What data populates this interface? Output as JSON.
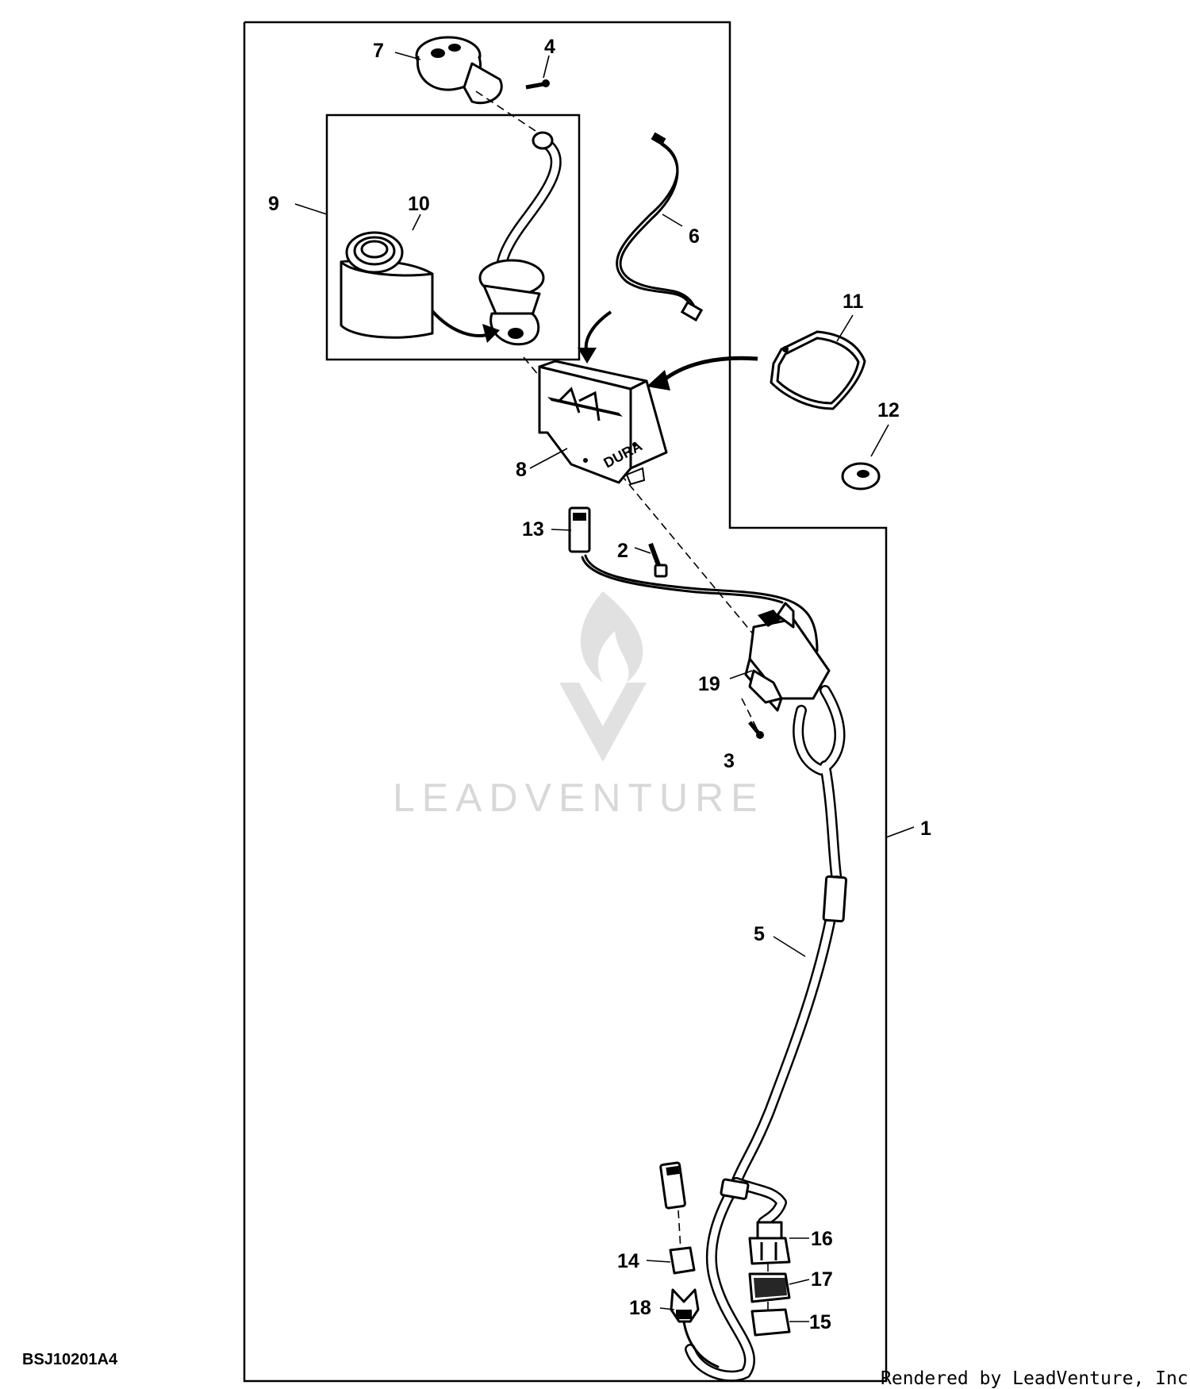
{
  "diagram": {
    "figure_code": "BSJ10201A4",
    "credit": "Rendered by LeadVenture, Inc.",
    "watermark": "LEADVENTURE",
    "emboss_text": "DURA",
    "callouts": [
      {
        "id": "1",
        "label": "1"
      },
      {
        "id": "2",
        "label": "2"
      },
      {
        "id": "3",
        "label": "3"
      },
      {
        "id": "4",
        "label": "4"
      },
      {
        "id": "5",
        "label": "5"
      },
      {
        "id": "6",
        "label": "6"
      },
      {
        "id": "7",
        "label": "7"
      },
      {
        "id": "8",
        "label": "8"
      },
      {
        "id": "9",
        "label": "9"
      },
      {
        "id": "10",
        "label": "10"
      },
      {
        "id": "11",
        "label": "11"
      },
      {
        "id": "12",
        "label": "12"
      },
      {
        "id": "13",
        "label": "13"
      },
      {
        "id": "14",
        "label": "14"
      },
      {
        "id": "15",
        "label": "15"
      },
      {
        "id": "16",
        "label": "16"
      },
      {
        "id": "17",
        "label": "17"
      },
      {
        "id": "18",
        "label": "18"
      },
      {
        "id": "19",
        "label": "19"
      }
    ]
  }
}
